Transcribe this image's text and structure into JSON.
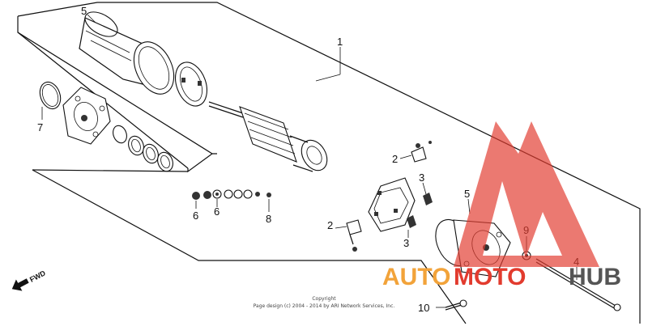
{
  "diagram": {
    "callouts": {
      "c1": "1",
      "c2a": "2",
      "c2b": "2",
      "c3a": "3",
      "c3b": "3",
      "c4": "4",
      "c5a": "5",
      "c5b": "5",
      "c6a": "6",
      "c6b": "6",
      "c7": "7",
      "c8": "8",
      "c9": "9",
      "c10": "10"
    },
    "forward_label": "FWD",
    "copyright_line1": "Copyright",
    "copyright_line2": "Page design (c) 2004 - 2014 by ARI Network Services, Inc."
  },
  "watermark": {
    "text_a": "AUTO",
    "text_b": "MOTO",
    "text_c": "HUB",
    "color_red": "#e23b2e",
    "color_orange": "#f2a33a",
    "color_gray": "#555555"
  }
}
